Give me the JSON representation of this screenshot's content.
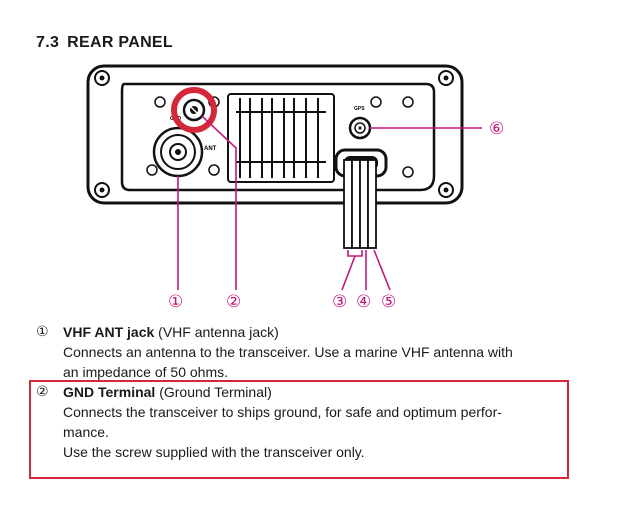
{
  "section": {
    "number": "7.3",
    "title": "REAR PANEL"
  },
  "panel_labels": {
    "gps": "GPS",
    "ant": "ANT",
    "gnd": "GND"
  },
  "callouts": [
    "①",
    "②",
    "③",
    "④",
    "⑤",
    "⑥"
  ],
  "items": [
    {
      "mark": "①",
      "name": "VHF ANT jack",
      "desc": "(VHF antenna jack)",
      "lines": [
        "Connects an antenna to the transceiver. Use a marine VHF antenna with",
        "an impedance of 50 ohms."
      ]
    },
    {
      "mark": "②",
      "name": "GND Terminal",
      "desc": "(Ground Terminal)",
      "lines": [
        "Connects the transceiver to ships ground, for safe and optimum perfor-",
        "mance.",
        "Use the screw supplied with the transceiver only."
      ]
    }
  ],
  "colors": {
    "callout": "#c2187a",
    "highlight": "#d4283a",
    "text": "#1a1a1a"
  }
}
